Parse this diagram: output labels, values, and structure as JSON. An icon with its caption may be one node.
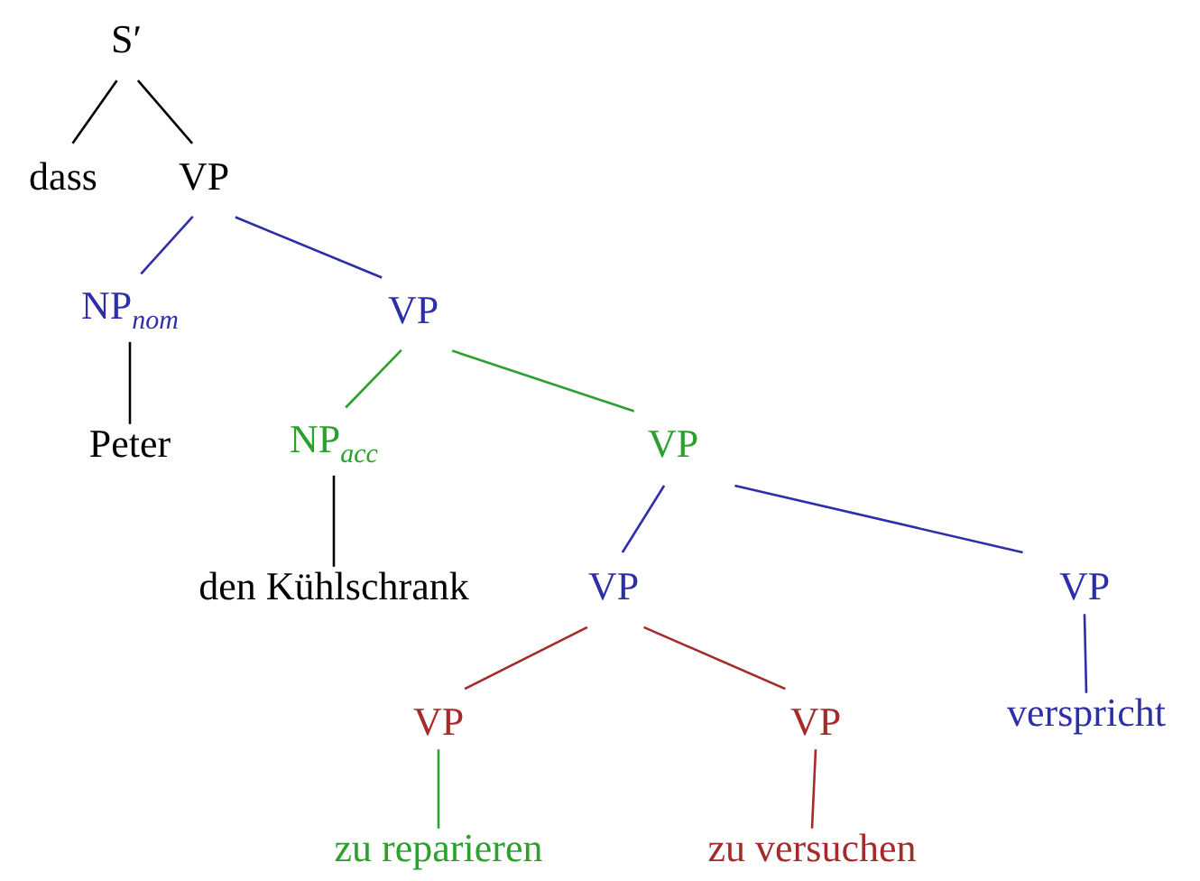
{
  "diagram": {
    "nodes": [
      {
        "text": [
          "S′"
        ]
      },
      {
        "text": [
          "dass"
        ]
      },
      {
        "text": [
          "VP"
        ]
      },
      {
        "text": [
          "NP$_{nom}$"
        ]
      },
      {
        "text": [
          "VP"
        ]
      },
      {
        "text": [
          "Peter"
        ]
      },
      {
        "text": [
          "NP$_{acc}$"
        ]
      },
      {
        "text": [
          "VP"
        ]
      },
      {
        "text": [
          "den Kühlschrank"
        ]
      },
      {
        "text": [
          "VP"
        ]
      },
      {
        "text": [
          "VP"
        ]
      },
      {
        "text": [
          "VP"
        ]
      },
      {
        "text": [
          "VP"
        ]
      },
      {
        "text": [
          "verspricht"
        ]
      },
      {
        "text": [
          "zu reparieren"
        ]
      },
      {
        "text": [
          "zu versuchen"
        ]
      }
    ],
    "edges": [
      {
        "from": 0,
        "to": 1,
        "arrow": "none",
        "color": "#000000"
      },
      {
        "from": 0,
        "to": 2,
        "arrow": "none",
        "color": "#000000"
      },
      {
        "from": 2,
        "to": 3,
        "arrow": "none",
        "color": "#2e2ea8"
      },
      {
        "from": 2,
        "to": 4,
        "arrow": "none",
        "color": "#2e2ea8"
      },
      {
        "from": 3,
        "to": 5,
        "arrow": "none",
        "color": "#000000"
      },
      {
        "from": 4,
        "to": 6,
        "arrow": "none",
        "color": "#2ca02c"
      },
      {
        "from": 4,
        "to": 7,
        "arrow": "none",
        "color": "#2ca02c"
      },
      {
        "from": 6,
        "to": 8,
        "arrow": "none",
        "color": "#000000"
      },
      {
        "from": 7,
        "to": 9,
        "arrow": "none",
        "color": "#2e2ea8"
      },
      {
        "from": 7,
        "to": 10,
        "arrow": "none",
        "color": "#2e2ea8"
      },
      {
        "from": 9,
        "to": 11,
        "arrow": "none",
        "color": "#a52a2a"
      },
      {
        "from": 9,
        "to": 12,
        "arrow": "none",
        "color": "#a52a2a"
      },
      {
        "from": 10,
        "to": 13,
        "arrow": "none",
        "color": "#2e2ea8"
      },
      {
        "from": 11,
        "to": 14,
        "arrow": "none",
        "color": "#2ca02c"
      },
      {
        "from": 12,
        "to": 15,
        "arrow": "none",
        "color": "#a52a2a"
      }
    ]
  }
}
